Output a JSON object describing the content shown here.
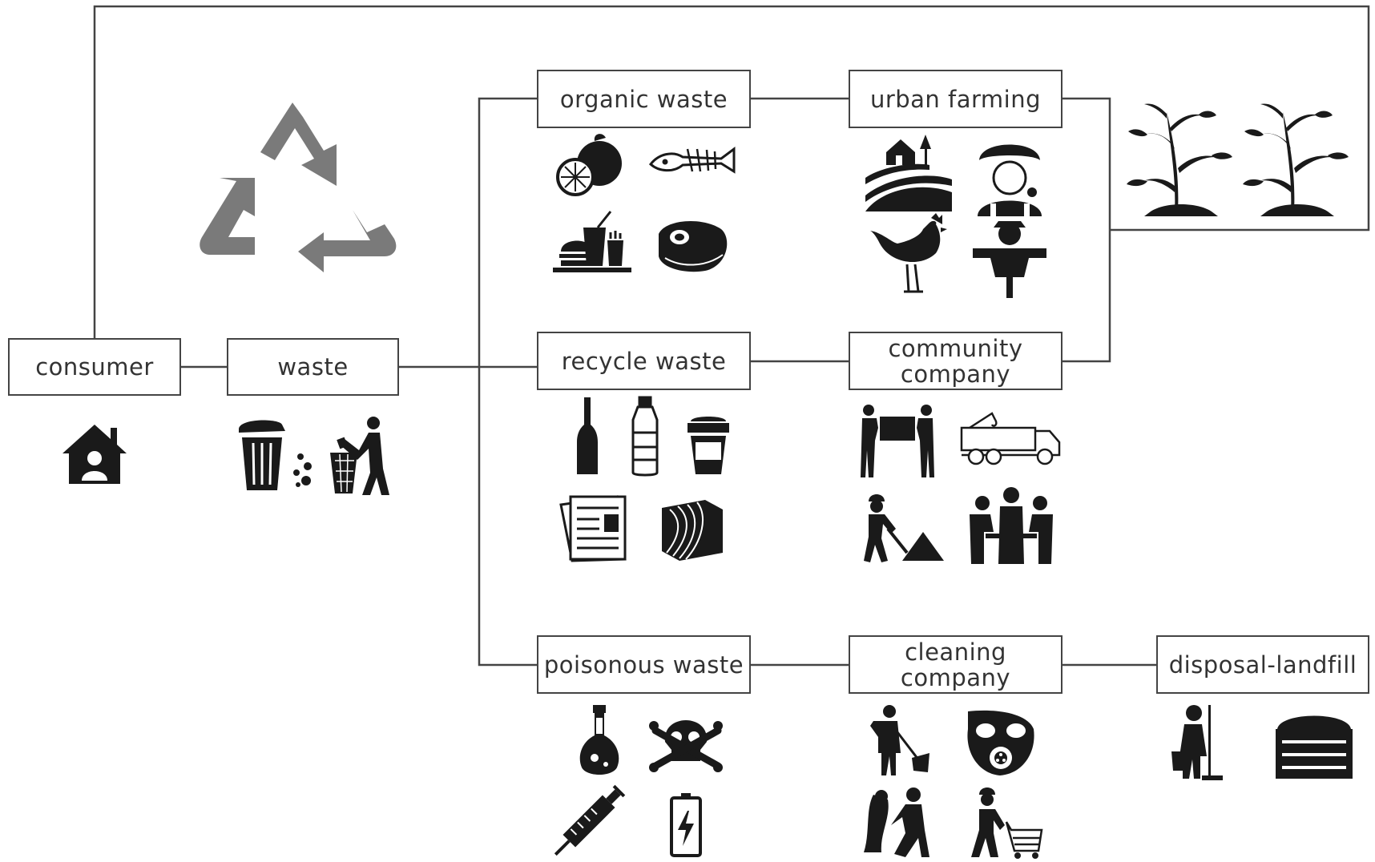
{
  "nodes": {
    "consumer": "consumer",
    "waste": "waste",
    "organic": "organic waste",
    "recycle": "recycle waste",
    "poisonous": "poisonous waste",
    "urban": "urban farming",
    "community": [
      "community",
      "company"
    ],
    "cleaning": [
      "cleaning",
      "company"
    ],
    "landfill": "disposal-landfill"
  },
  "icons": {
    "recycle_symbol": "recycle-arrows-icon",
    "consumer": [
      "house-icon"
    ],
    "waste": [
      "trash-bin-icon",
      "person-throwing-trash-icon"
    ],
    "organic": [
      "fruit-icon",
      "fish-bone-icon",
      "fast-food-icon",
      "meat-icon"
    ],
    "urban": [
      "farm-field-icon",
      "farmer-icon",
      "chicken-icon",
      "scarecrow-icon"
    ],
    "plants": [
      "plant-icon",
      "plant-icon"
    ],
    "recycle": [
      "glass-bottle-icon",
      "plastic-bottle-icon",
      "paper-cup-icon",
      "newspaper-icon",
      "wood-block-icon"
    ],
    "community": [
      "people-carrying-box-icon",
      "truck-icon",
      "worker-shoveling-icon",
      "meeting-icon"
    ],
    "poisonous": [
      "chemical-flask-icon",
      "skull-crossbones-icon",
      "syringe-icon",
      "battery-icon"
    ],
    "cleaning": [
      "street-sweeper-icon",
      "gas-mask-icon",
      "rescue-worker-icon",
      "worker-with-cart-icon"
    ],
    "landfill": [
      "janitor-icon",
      "landfill-icon"
    ]
  },
  "colors": {
    "line": "#444444",
    "icon": "#1a1a1a",
    "recycle_symbol": "#7a7a7a"
  }
}
